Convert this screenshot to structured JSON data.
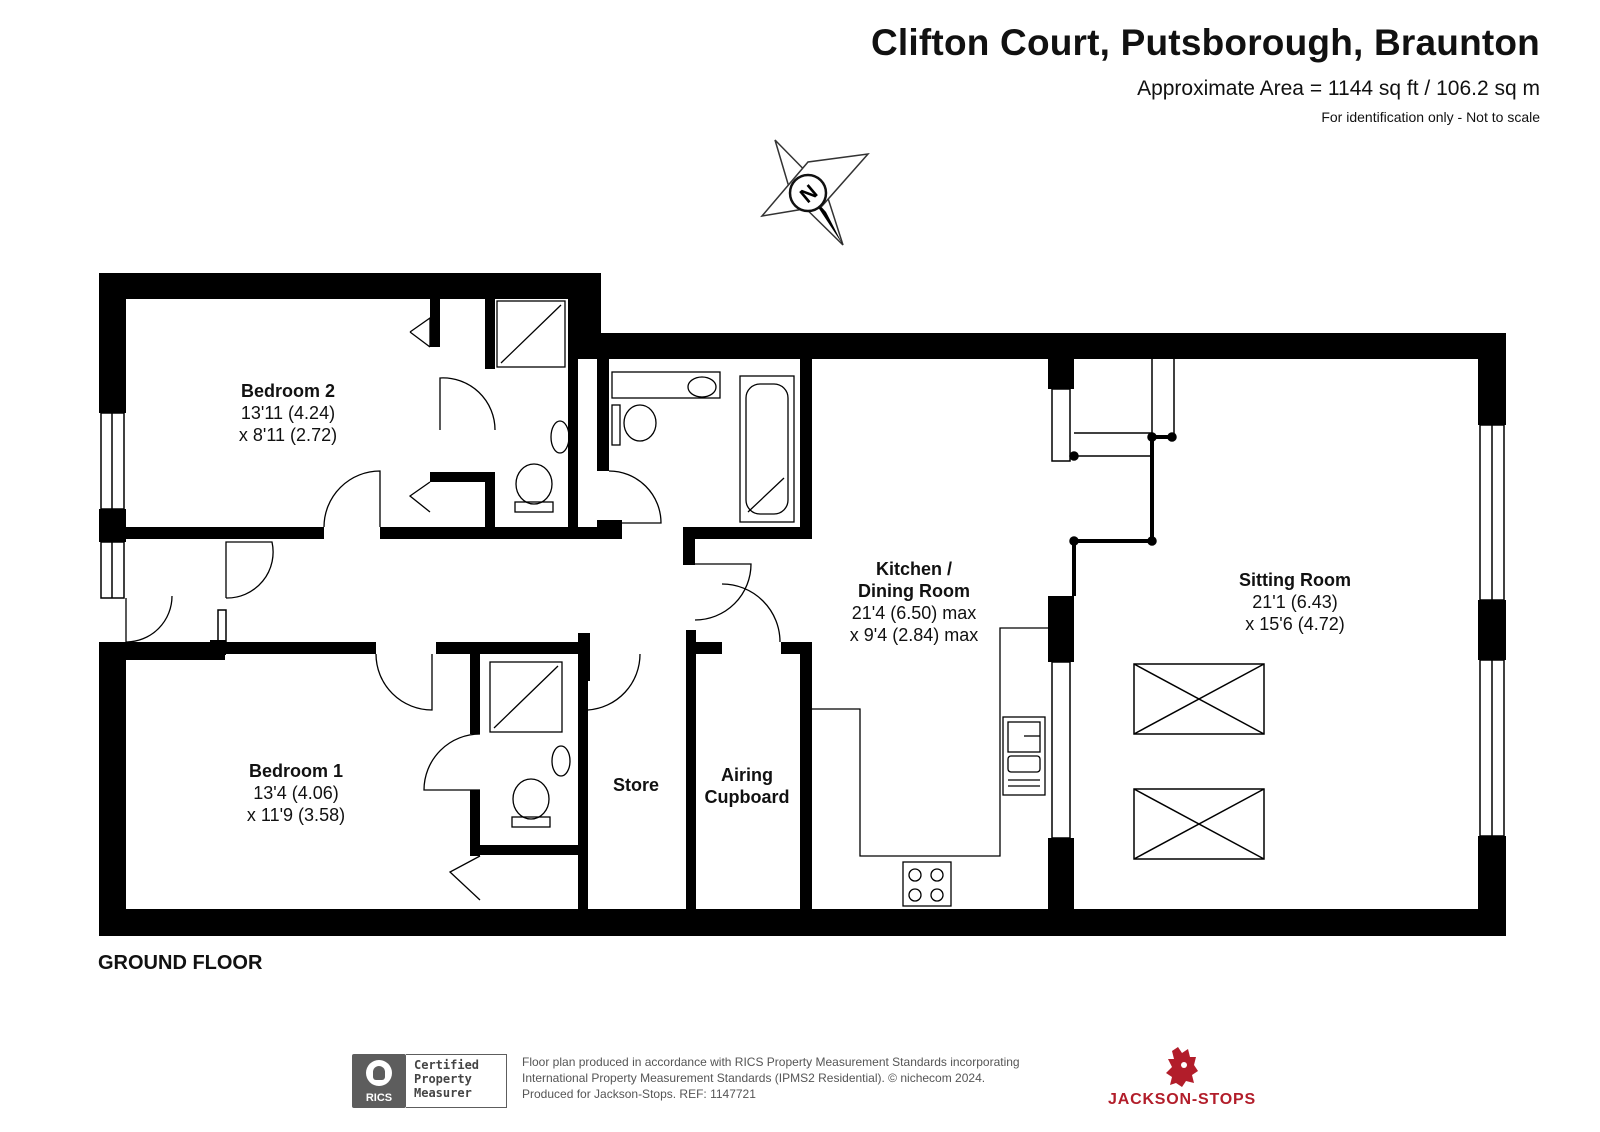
{
  "header": {
    "title": "Clifton Court, Putsborough, Braunton",
    "area": "Approximate Area = 1144 sq ft / 106.2 sq m",
    "note": "For identification only - Not to scale"
  },
  "compass": {
    "label": "N"
  },
  "rooms": {
    "bedroom2": {
      "name": "Bedroom 2",
      "dim1": "13'11 (4.24)",
      "dim2": "x 8'11 (2.72)"
    },
    "bedroom1": {
      "name": "Bedroom 1",
      "dim1": "13'4 (4.06)",
      "dim2": "x 11'9 (3.58)"
    },
    "kitchen": {
      "name1": "Kitchen /",
      "name2": "Dining Room",
      "dim1": "21'4 (6.50) max",
      "dim2": "x 9'4 (2.84) max"
    },
    "sitting": {
      "name": "Sitting Room",
      "dim1": "21'1 (6.43)",
      "dim2": "x 15'6 (4.72)"
    },
    "store": {
      "name": "Store"
    },
    "airing": {
      "name1": "Airing",
      "name2": "Cupboard"
    }
  },
  "floor_label": "GROUND FLOOR",
  "footer": {
    "rics_badge": "RICS",
    "cert_line1": "Certified",
    "cert_line2": "Property",
    "cert_line3": "Measurer",
    "line1": "Floor plan produced in accordance with RICS Property Measurement Standards incorporating",
    "line2": "International Property Measurement Standards (IPMS2 Residential).  © nichecom 2024.",
    "line3": "Produced for Jackson-Stops.   REF:  1147721",
    "brand": "JACKSON-STOPS"
  },
  "colors": {
    "wall": "#000000",
    "brand": "#b21d2a",
    "badge": "#5d5d5d"
  }
}
